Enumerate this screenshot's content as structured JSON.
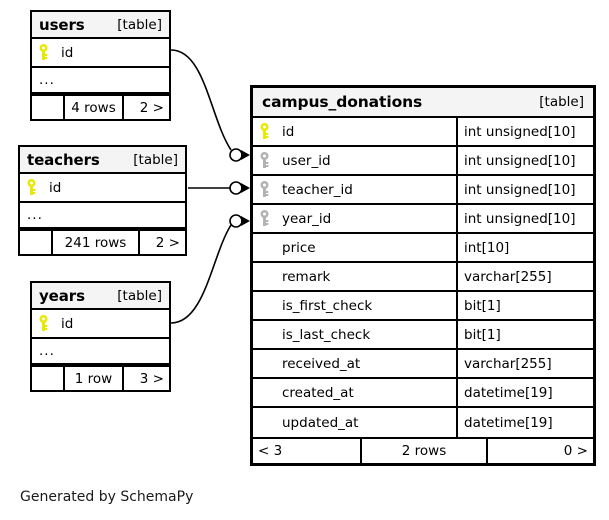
{
  "diagram": {
    "credit": "Generated by SchemaPy",
    "kind_label": "[table]",
    "ellipsis": "...",
    "colors": {
      "primary_key": "#e8e800",
      "foreign_key": "#b3b3b3",
      "header_bg": "#f4f4f4",
      "border": "#000000",
      "background": "#ffffff"
    }
  },
  "tables": {
    "users": {
      "name": "users",
      "kind": "[table]",
      "columns": [
        {
          "name": "id",
          "key": "primary-key-icon"
        }
      ],
      "ellipsis": "...",
      "footer": {
        "left": "",
        "center": "4 rows",
        "right": "2 >"
      }
    },
    "teachers": {
      "name": "teachers",
      "kind": "[table]",
      "columns": [
        {
          "name": "id",
          "key": "primary-key-icon"
        }
      ],
      "ellipsis": "...",
      "footer": {
        "left": "",
        "center": "241 rows",
        "right": "2 >"
      }
    },
    "years": {
      "name": "years",
      "kind": "[table]",
      "columns": [
        {
          "name": "id",
          "key": "primary-key-icon"
        }
      ],
      "ellipsis": "...",
      "footer": {
        "left": "",
        "center": "1 row",
        "right": "3 >"
      }
    },
    "campus_donations": {
      "name": "campus_donations",
      "kind": "[table]",
      "columns": [
        {
          "name": "id",
          "type": "int unsigned[10]",
          "key": "primary-key-icon"
        },
        {
          "name": "user_id",
          "type": "int unsigned[10]",
          "key": "foreign-key-icon"
        },
        {
          "name": "teacher_id",
          "type": "int unsigned[10]",
          "key": "foreign-key-icon"
        },
        {
          "name": "year_id",
          "type": "int unsigned[10]",
          "key": "foreign-key-icon"
        },
        {
          "name": "price",
          "type": "int[10]",
          "key": "none"
        },
        {
          "name": "remark",
          "type": "varchar[255]",
          "key": "none"
        },
        {
          "name": "is_first_check",
          "type": "bit[1]",
          "key": "none"
        },
        {
          "name": "is_last_check",
          "type": "bit[1]",
          "key": "none"
        },
        {
          "name": "received_at",
          "type": "varchar[255]",
          "key": "none"
        },
        {
          "name": "created_at",
          "type": "datetime[19]",
          "key": "none"
        },
        {
          "name": "updated_at",
          "type": "datetime[19]",
          "key": "none"
        }
      ],
      "footer": {
        "left": "< 3",
        "center": "2 rows",
        "right": "0 >"
      }
    }
  },
  "relationships": [
    {
      "from": "users",
      "from_column": "id",
      "to": "campus_donations",
      "to_column": "user_id"
    },
    {
      "from": "teachers",
      "from_column": "id",
      "to": "campus_donations",
      "to_column": "teacher_id"
    },
    {
      "from": "years",
      "from_column": "id",
      "to": "campus_donations",
      "to_column": "year_id"
    }
  ]
}
